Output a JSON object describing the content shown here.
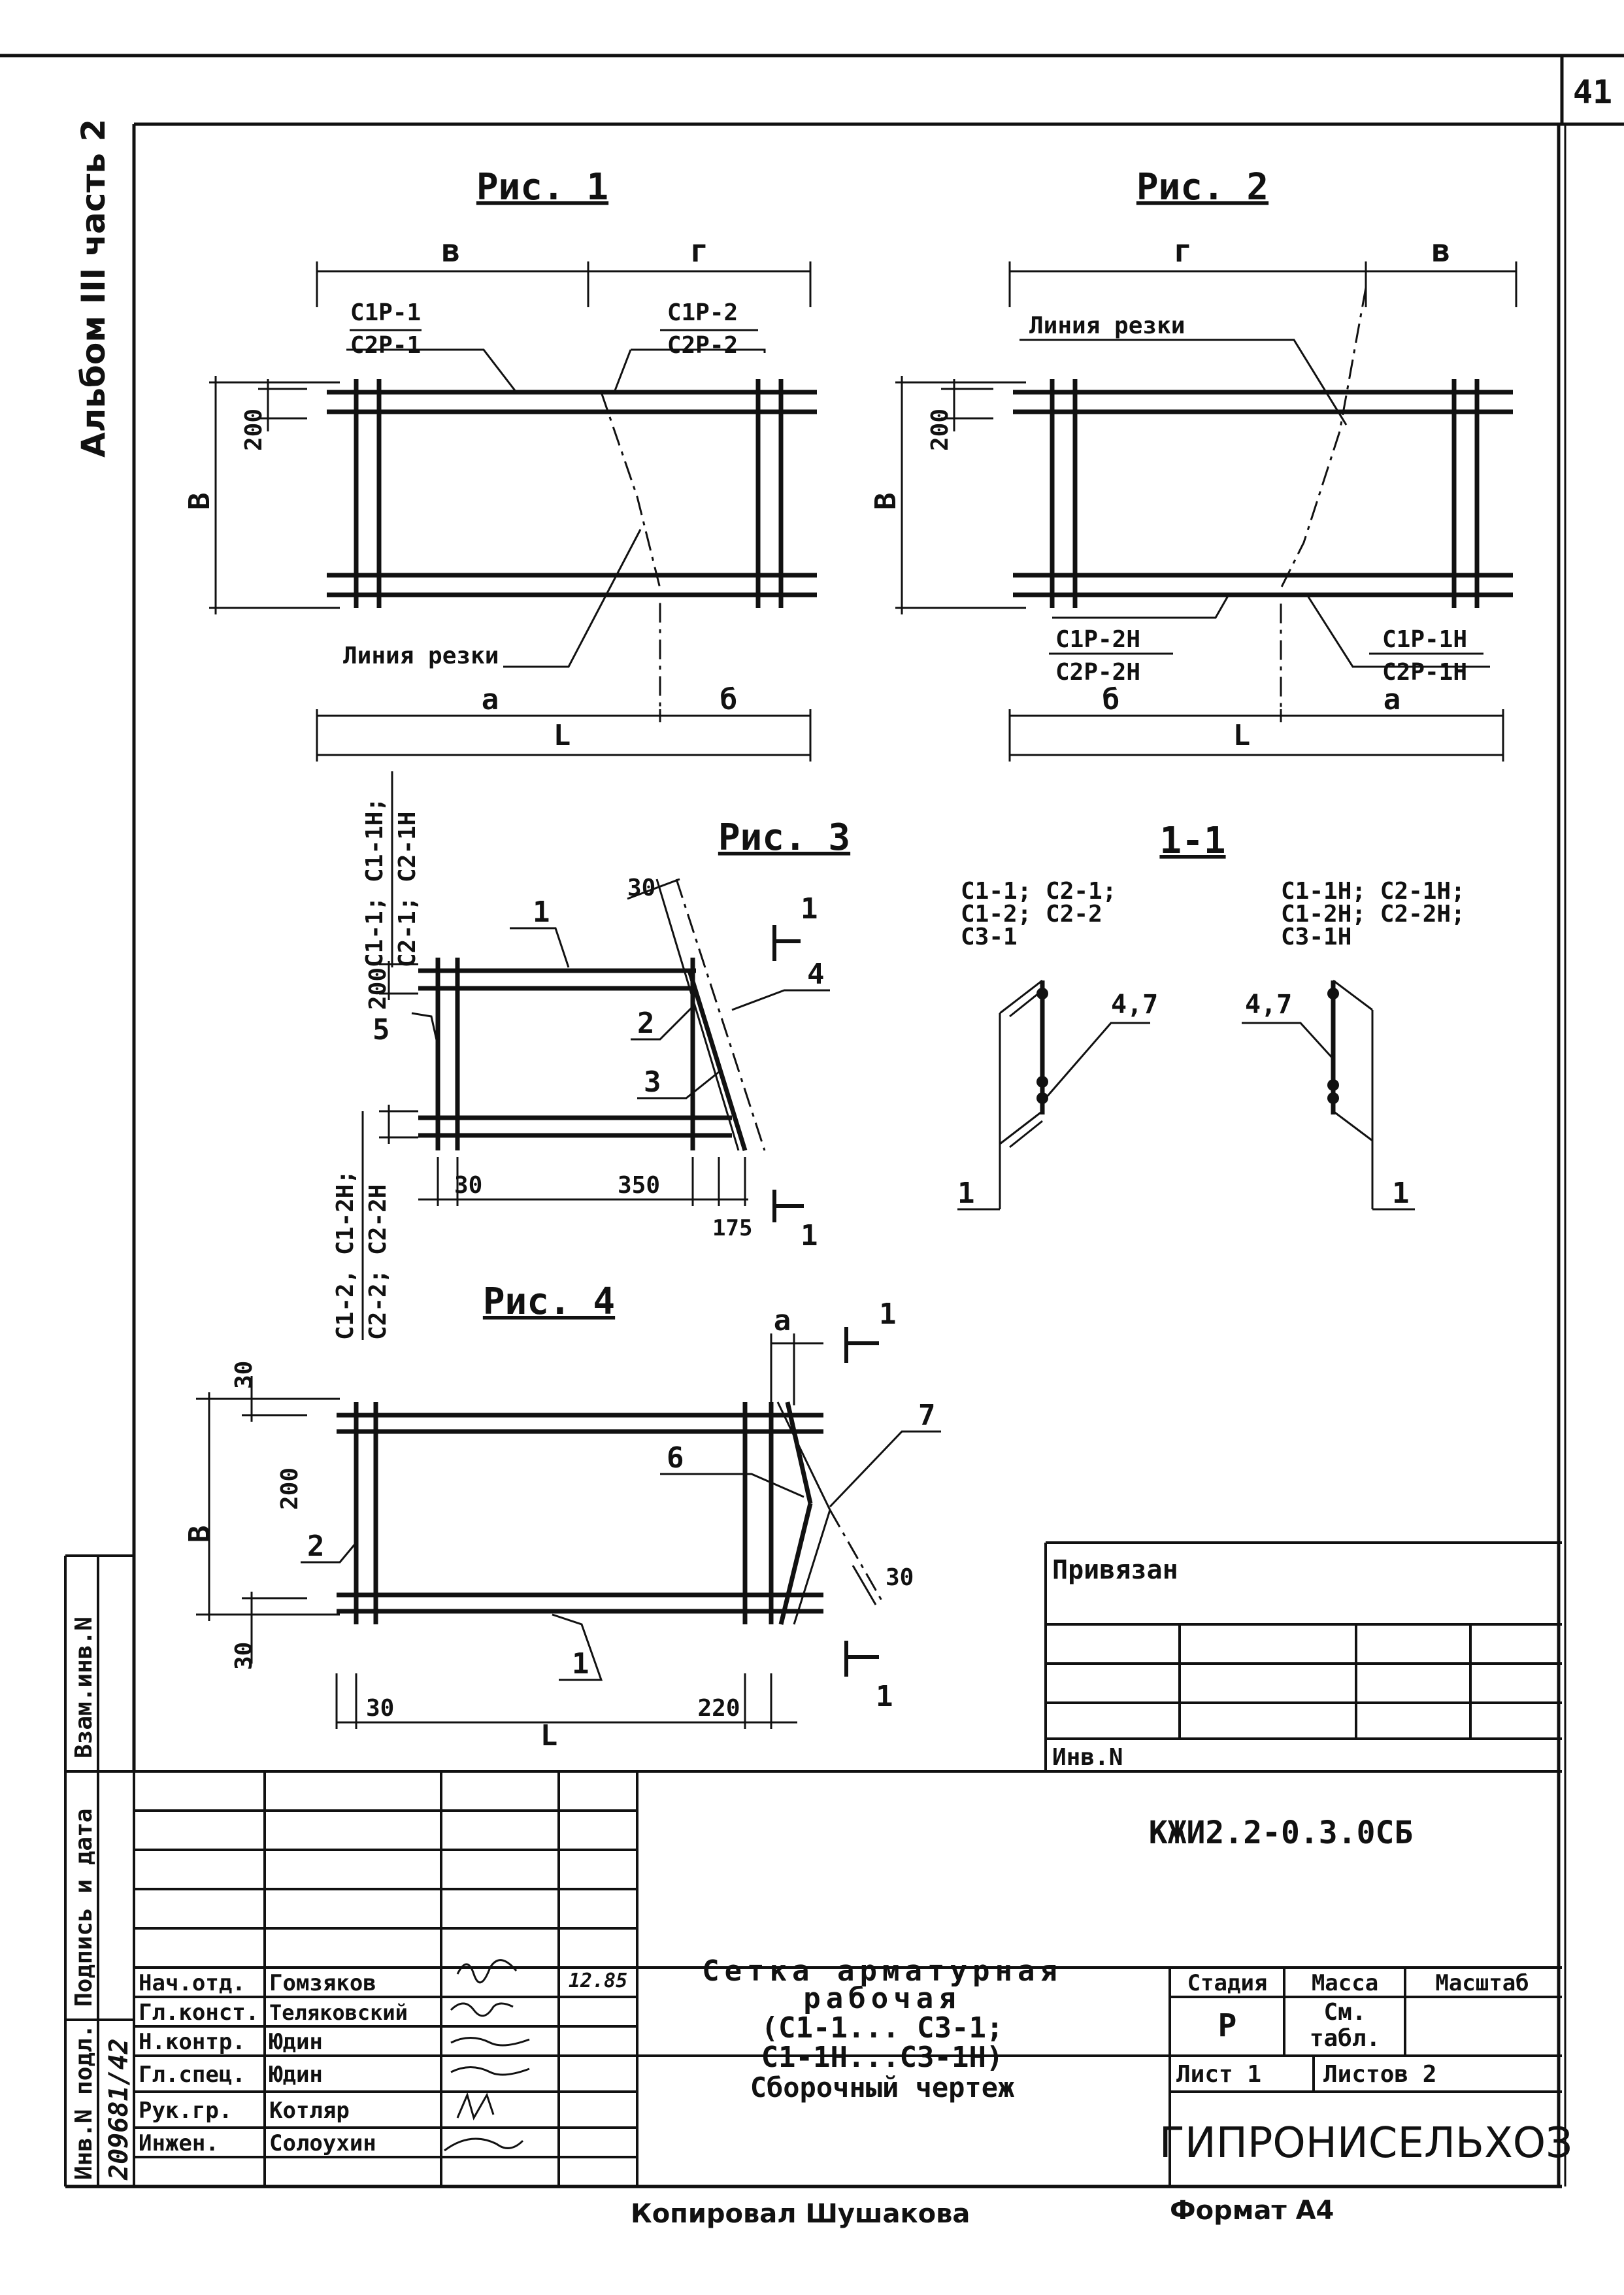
{
  "sheet": {
    "page_number": "41",
    "album": "Альбом III часть 2",
    "copied_by": "Копировал Шушакова",
    "format": "Формат А4"
  },
  "fig1": {
    "title": "Рис. 1",
    "dim_top_left": "в",
    "dim_top_right": "г",
    "label_left_top": "С1Р-1",
    "label_left_bottom": "С2Р-1",
    "label_right_top": "С1Р-2",
    "label_right_bottom": "С2Р-2",
    "dim_200": "200",
    "dim_height": "В",
    "cut_line": "Линия резки",
    "dim_a": "а",
    "dim_b": "б",
    "dim_L": "L"
  },
  "fig2": {
    "title": "Рис. 2",
    "dim_top_left": "г",
    "dim_top_right": "в",
    "cut_line": "Линия резки",
    "dim_200": "200",
    "dim_height": "В",
    "label_left_top": "С1Р-2Н",
    "label_left_bottom": "С2Р-2Н",
    "label_right_top": "С1Р-1Н",
    "label_right_bottom": "С2Р-1Н",
    "dim_b": "б",
    "dim_a": "а",
    "dim_L": "L"
  },
  "fig3": {
    "title": "Рис. 3",
    "side_top_1": "С1-1; С1-1Н;",
    "side_top_2": "С2-1; С2-1Н",
    "side_bottom_1": "С1-2, С1-2Н;",
    "side_bottom_2": "С2-2; С2-2Н",
    "pos_1": "1",
    "pos_2": "2",
    "pos_3": "3",
    "pos_4": "4",
    "pos_5": "5",
    "dim_30_top": "30",
    "dim_200": "200",
    "dim_30": "30",
    "dim_350": "350",
    "dim_175": "175",
    "section_mark_top": "1",
    "section_mark_bottom": "1"
  },
  "section": {
    "title": "1-1",
    "left_label_1": "С1-1; С2-1;",
    "left_label_2": "С1-2; С2-2",
    "left_label_3": "С3-1",
    "right_label_1": "С1-1Н; С2-1Н;",
    "right_label_2": "С1-2Н; С2-2Н;",
    "right_label_3": "С3-1Н",
    "pos_47_left": "4,7",
    "pos_47_right": "4,7",
    "pos_1_left": "1",
    "pos_1_right": "1"
  },
  "fig4": {
    "title": "Рис. 4",
    "dim_30_top": "30",
    "dim_200": "200",
    "dim_height": "В",
    "dim_30_bottom": "30",
    "dim_30_left": "30",
    "dim_L": "L",
    "dim_220": "220",
    "dim_a": "а",
    "dim_30_right": "30",
    "pos_1": "1",
    "pos_2": "2",
    "pos_6": "6",
    "pos_7": "7",
    "section_mark_top": "1",
    "section_mark_bottom": "1"
  },
  "binding_box": {
    "title": "Привязан",
    "inv_label": "Инв.N"
  },
  "left_margin": {
    "vz_am_inv": "Взам.инв.N",
    "podpis_data": "Подпись и дата",
    "inv_podl": "Инв.N подл.",
    "inv_number": "209681/42"
  },
  "title_block": {
    "document_code": "КЖИ2.2-0.3.0СБ",
    "name_line1": "Сетка арматурная",
    "name_line2": "рабочая",
    "name_line3": "(С1-1... С3-1;",
    "name_line4": "С1-1Н...С3-1Н)",
    "name_line5": "Сборочный чертеж",
    "stage_header": "Стадия",
    "mass_header": "Масса",
    "scale_header": "Масштаб",
    "stage_value": "Р",
    "mass_value_1": "См.",
    "mass_value_2": "табл.",
    "sheet_label": "Лист 1",
    "sheets_label": "Листов 2",
    "organization": "ГИПРОНИСЕЛЬХОЗ",
    "date": "12.85",
    "signatories": [
      {
        "role": "Нач.отд.",
        "name": "Гомзяков"
      },
      {
        "role": "Гл.конст.",
        "name": "Теляковский"
      },
      {
        "role": "Н.контр.",
        "name": "Юдин"
      },
      {
        "role": "Гл.спец.",
        "name": "Юдин"
      },
      {
        "role": "Рук.гр.",
        "name": "Котляр"
      },
      {
        "role": "Инжен.",
        "name": "Солоухин"
      }
    ]
  }
}
